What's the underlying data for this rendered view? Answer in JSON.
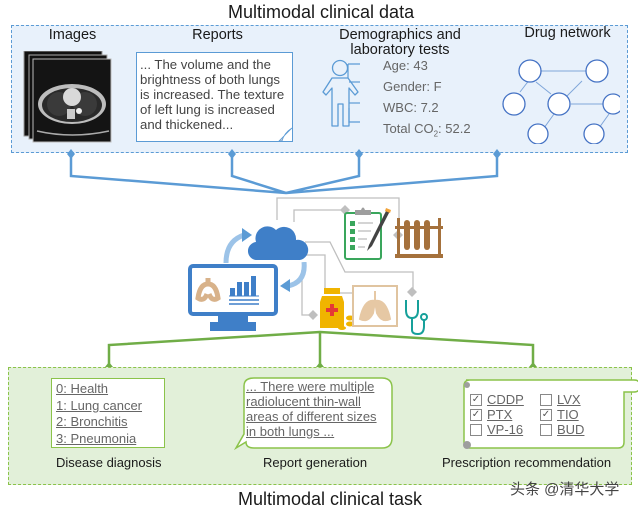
{
  "top_title": "Multimodal clinical data",
  "bottom_title": "Multimodal clinical task",
  "data_sources": {
    "images": {
      "label": "Images",
      "icon": "ct-scan-stack-icon"
    },
    "reports": {
      "label": "Reports",
      "text": "... The volume and the brightness of both lungs is increased. The texture of left lung is increased and thickened..."
    },
    "demographics": {
      "label_line1": "Demographics and",
      "label_line2": "laboratory tests",
      "fields": [
        {
          "key": "Age",
          "value": "43"
        },
        {
          "key": "Gender",
          "value": "F"
        },
        {
          "key": "WBC",
          "value": "7.2"
        },
        {
          "key": "Total CO",
          "subscript": "2",
          "value": "52.2"
        }
      ]
    },
    "drug_network": {
      "label": "Drug network"
    }
  },
  "center_icons": [
    "cloud-icon",
    "monitor-icon",
    "clipboard-icon",
    "test-tubes-icon",
    "medicine-bottle-icon",
    "lung-xray-icon",
    "stethoscope-icon"
  ],
  "tasks": {
    "diagnosis": {
      "label": "Disease diagnosis",
      "items": [
        "0: Health",
        "1: Lung cancer",
        "2: Bronchitis",
        "3: Pneumonia"
      ]
    },
    "report": {
      "label": "Report generation",
      "lines": [
        "... There were multiple",
        "radiolucent thin-wall",
        "areas of different sizes",
        "in both lungs ..."
      ]
    },
    "prescription": {
      "label": "Prescription recommendation",
      "drugs": [
        {
          "name": "CDDP",
          "checked": true
        },
        {
          "name": "LVX",
          "checked": false
        },
        {
          "name": "PTX",
          "checked": true
        },
        {
          "name": "TIO",
          "checked": true
        },
        {
          "name": "VP-16",
          "checked": false
        },
        {
          "name": "BUD",
          "checked": false
        }
      ]
    }
  },
  "watermark": "头条 @清华大学",
  "colors": {
    "blue": "#5b9bd5",
    "green": "#70ad47",
    "gray": "#bfbfbf"
  }
}
